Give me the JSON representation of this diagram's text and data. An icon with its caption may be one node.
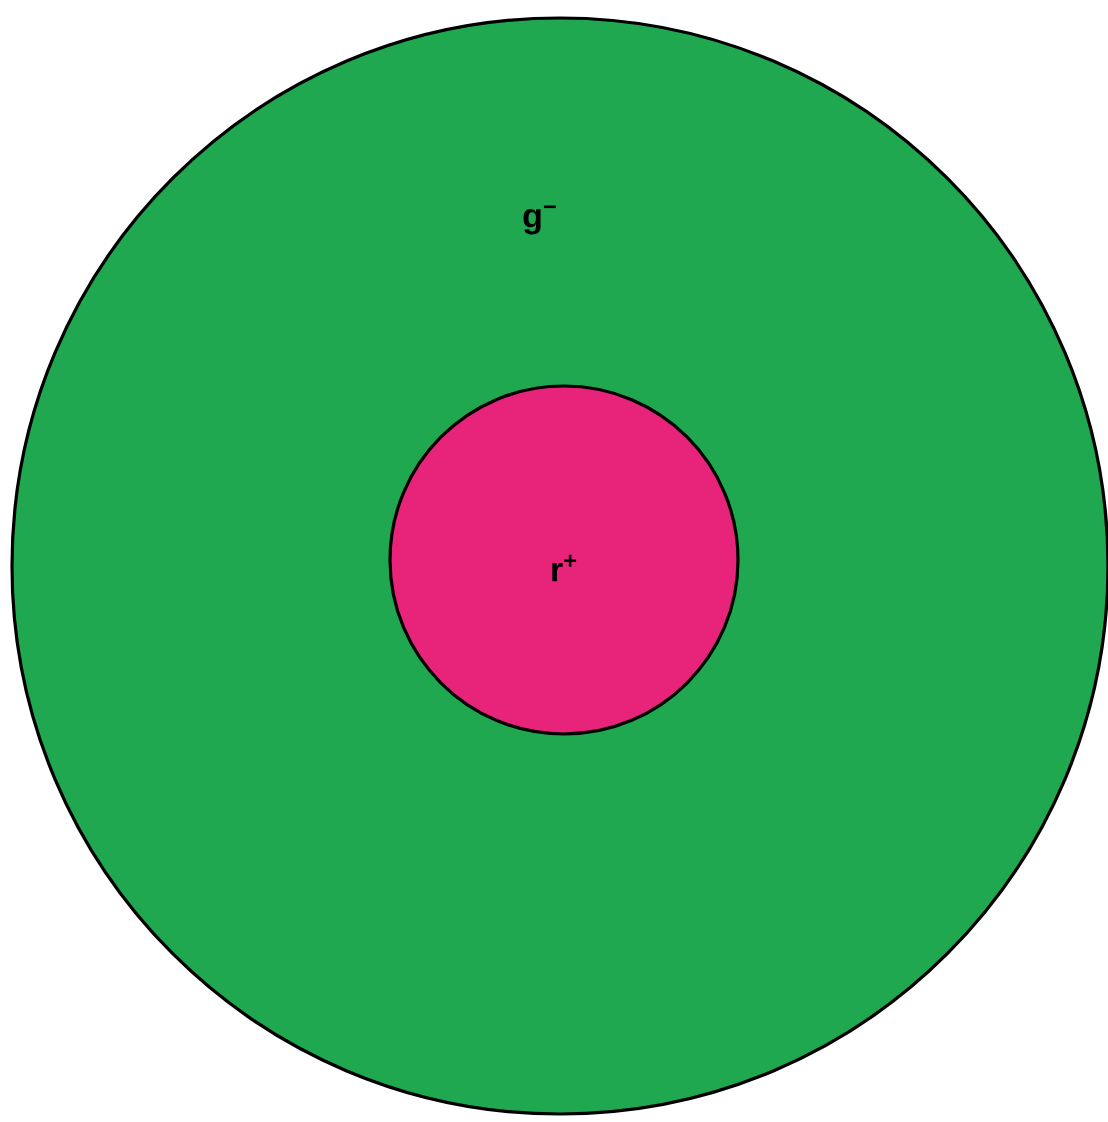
{
  "diagram": {
    "nodes": [
      {
        "text": [
          "g$^{−}$"
        ]
      },
      {
        "text": [
          "r$^{+}$"
        ],
        "in": 0
      }
    ]
  }
}
